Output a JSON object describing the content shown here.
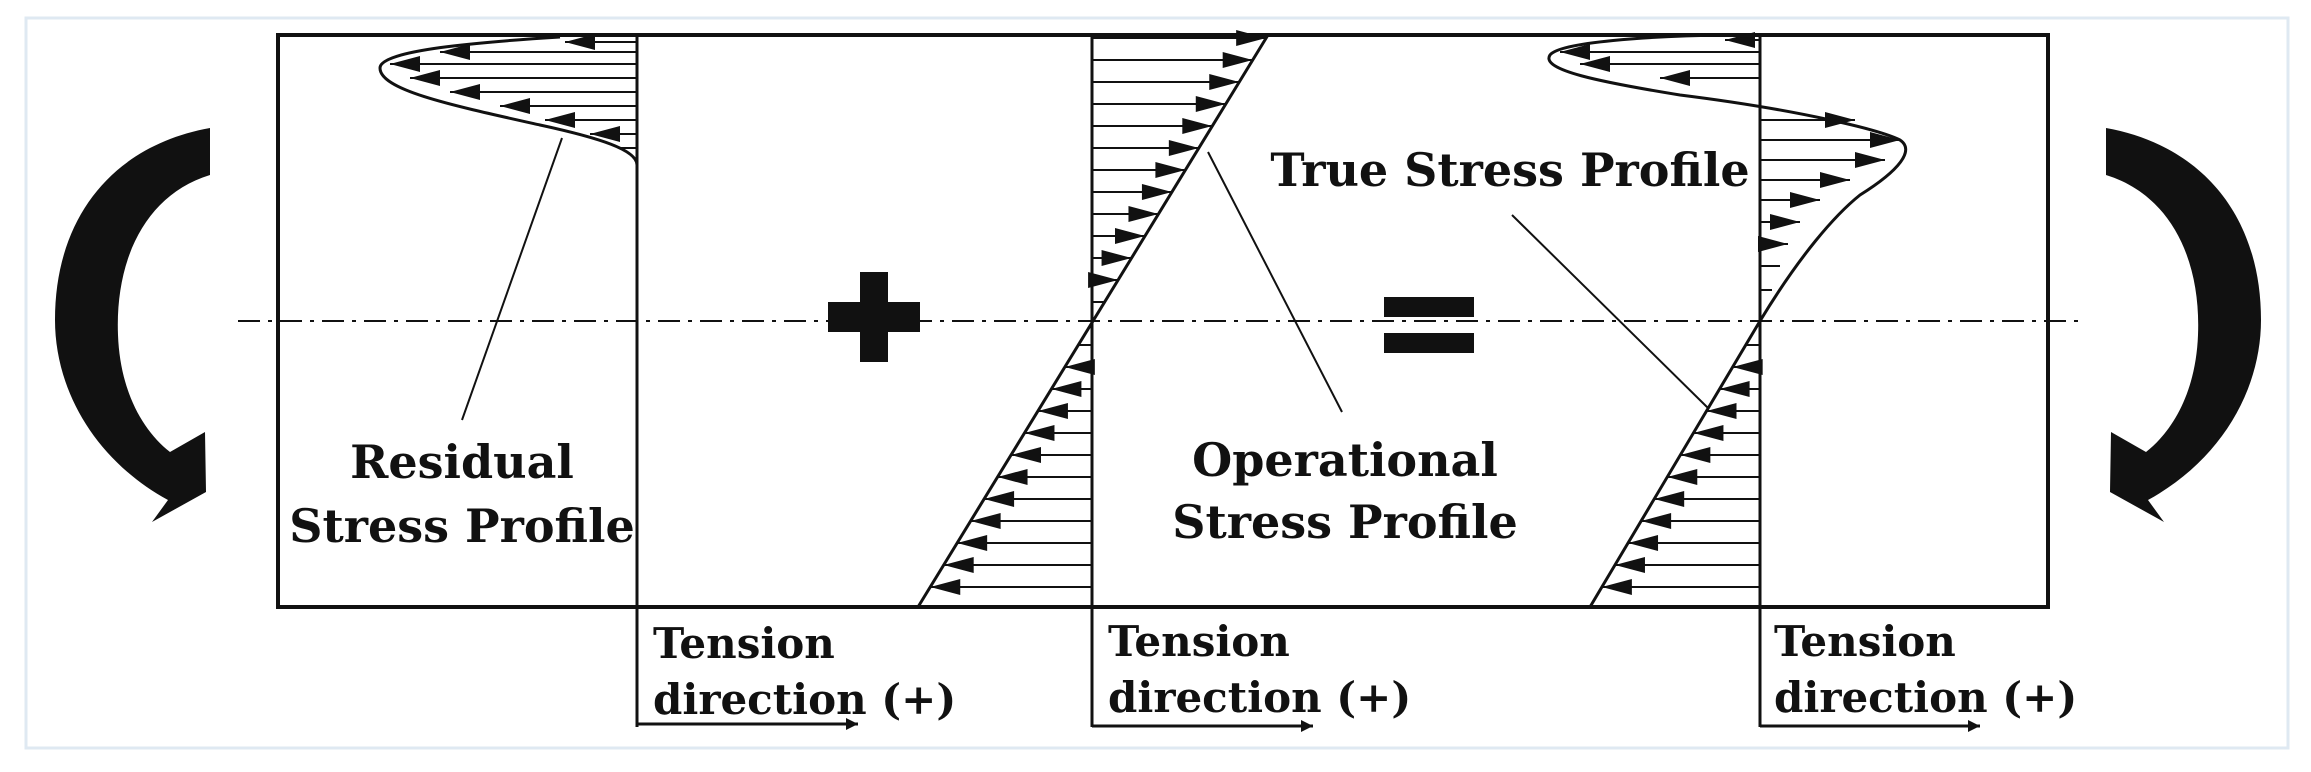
{
  "labels": {
    "residual_line1": "Residual",
    "residual_line2": "Stress Profile",
    "operational_line1": "Operational",
    "operational_line2": "Stress Profile",
    "true_profile": "True Stress Profile",
    "tension_word": "Tension",
    "direction_phrase": "direction (+)"
  },
  "symbols": {
    "plus": "plus-sign",
    "equals": "equals-sign",
    "left_arrow": "curved-bending-arrow-left",
    "right_arrow": "curved-bending-arrow-right"
  },
  "colors": {
    "ink": "#111111",
    "frame": "#dfe9f2",
    "background": "#ffffff"
  }
}
